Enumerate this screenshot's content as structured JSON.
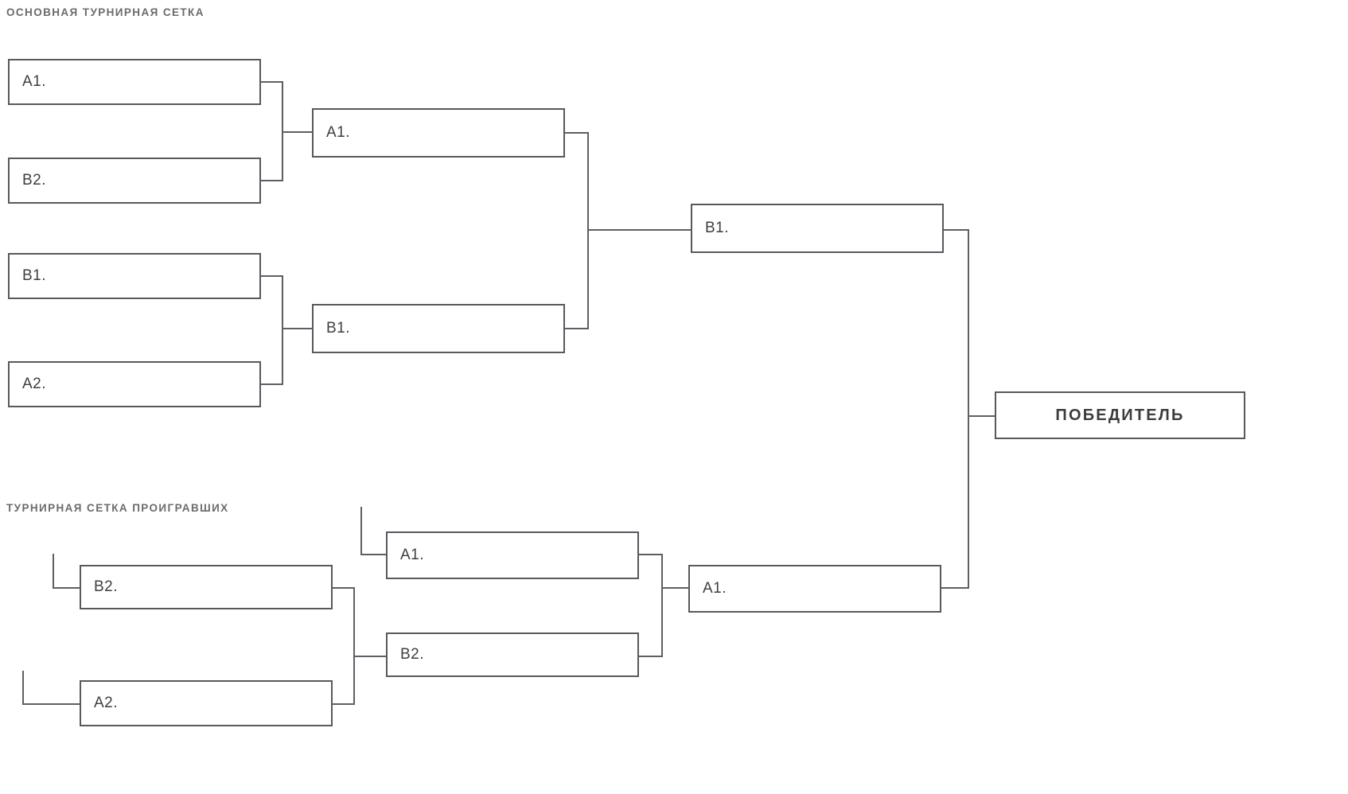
{
  "page": {
    "title": "Турнирная сетка с двойным выбыванием",
    "background_color": "#ffffff",
    "line_color": "#5c6064",
    "box_border_color": "#555a5e",
    "text_color": "#3c3f42",
    "heading_color": "#6b6b6b"
  },
  "sections": {
    "main_bracket": {
      "title": "ОСНОВНАЯ ТУРНИРНАЯ СЕТКА"
    },
    "losers_bracket": {
      "title": "ТУРНИРНАЯ СЕТКА ПРОИГРАВШИХ"
    }
  },
  "main_bracket": {
    "round1": [
      {
        "label": "A1."
      },
      {
        "label": "B2."
      },
      {
        "label": "B1."
      },
      {
        "label": "A2."
      }
    ],
    "round2": [
      {
        "label": "A1."
      },
      {
        "label": "B1."
      }
    ],
    "round3": [
      {
        "label": "B1."
      }
    ]
  },
  "losers_bracket": {
    "round1": [
      {
        "label": "B2."
      },
      {
        "label": "A2."
      }
    ],
    "round2": [
      {
        "label": "A1."
      },
      {
        "label": "B2."
      }
    ],
    "round3": [
      {
        "label": "A1."
      }
    ]
  },
  "grand_final": {
    "winner_label": "ПОБЕДИТЕЛЬ"
  }
}
